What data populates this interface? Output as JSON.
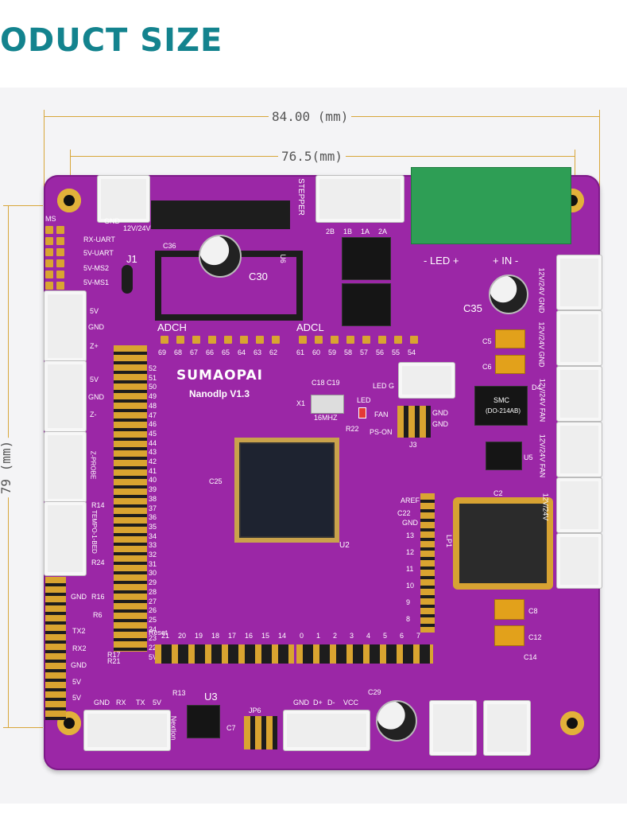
{
  "heading": "ODUCT SIZE",
  "dimensions": {
    "width_outer": "84.00 (mm)",
    "width_inner": "76.5(mm)",
    "height": "79 (mm)"
  },
  "board": {
    "brand": "SUMAOPAI",
    "model": "Nanodlp V1.3",
    "crystal_label": "16MHZ",
    "chip_label": "U2",
    "colors": {
      "pcb": "#9b27a6",
      "gold": "#d9a430",
      "terminal": "#2e9e55",
      "accent": "#13838e"
    },
    "labels": {
      "gnd_top": "GND",
      "v12_24": "12V/24V",
      "stepper": "STEPPER",
      "pin_2b": "2B",
      "pin_1b": "1B",
      "pin_1a": "1A",
      "pin_2a": "2A",
      "led": "- LED +",
      "in": "+ IN -",
      "rx_uart": "RX-UART",
      "v5_uart": "5V-UART",
      "v5_ms2": "5V-MS2",
      "v5_ms1": "5V-MS1",
      "ms": "MS",
      "j1": "J1",
      "c30": "C30",
      "c36": "C36",
      "c35": "C35",
      "adch": "ADCH",
      "adcl": "ADCL",
      "v5_a": "5V",
      "gnd_a": "GND",
      "zplus": "Z+",
      "v5_b": "5V",
      "gnd_b": "GND",
      "zminus": "Z-",
      "zprobe": "Z-PROBE",
      "temp": "TEMPO-1-BED",
      "r14": "R14",
      "r24": "R24",
      "r16": "R16",
      "r6": "R6",
      "r17": "R17",
      "r21": "R21",
      "c25": "C25",
      "x1": "X1",
      "c18": "C18",
      "c19": "C19",
      "led_small": "LED",
      "r22": "R22",
      "fan": "FAN",
      "ps_on": "PS-ON",
      "j3": "J3",
      "gnd_j3a": "GND",
      "gnd_j3b": "GND",
      "ledg": "LED G",
      "aref": "AREF",
      "c22": "C22",
      "gnd_aref": "GND",
      "c5": "C5",
      "c6": "C6",
      "d4": "D4",
      "smc": "SMC",
      "smc_pkg": "(DO-214AB)",
      "c2": "C2",
      "lp1": "LP1",
      "c8": "C8",
      "c12": "C12",
      "c14": "C14",
      "r_12v_gnd": "12V/24V GND",
      "r_12v_gnd2": "12V/24V GND",
      "r_12v_fan": "12V/24V FAN",
      "r_12v_fan2": "12V/24V FAN",
      "r_12v_fan3": "12V/24V",
      "gnd_l": "GND",
      "tx2": "TX2",
      "rx2": "RX2",
      "gnd_l2": "GND",
      "v5_l": "5V",
      "v5_l2": "5V",
      "reset": "Reset",
      "u3": "U3",
      "nextion": "Nextion",
      "jp6": "JP6",
      "c29": "C29",
      "b_gnd": "GND",
      "b_rx": "RX",
      "b_tx": "TX",
      "b_5v": "5V",
      "usb_gnd": "GND",
      "usb_dp": "D+",
      "usb_dm": "D-",
      "usb_vcc": "VCC",
      "r13": "R13",
      "c7": "C7",
      "u6": "U6",
      "u5": "U5"
    },
    "left_pins": [
      "52",
      "51",
      "50",
      "49",
      "48",
      "47",
      "46",
      "45",
      "44",
      "43",
      "42",
      "41",
      "40",
      "39",
      "38",
      "37",
      "36",
      "35",
      "34",
      "33",
      "32",
      "31",
      "30",
      "29",
      "28",
      "27",
      "26",
      "25",
      "24",
      "23",
      "22",
      "5V"
    ],
    "adch_pins": [
      "69",
      "68",
      "67",
      "66",
      "65",
      "64",
      "63",
      "62"
    ],
    "adcl_pins": [
      "61",
      "60",
      "59",
      "58",
      "57",
      "56",
      "55",
      "54"
    ],
    "bottom_pins": [
      "21",
      "20",
      "19",
      "18",
      "17",
      "16",
      "15",
      "14"
    ],
    "bottom_pins2": [
      "0",
      "1",
      "2",
      "3",
      "4",
      "5",
      "6",
      "7"
    ],
    "right_pins": [
      "13",
      "12",
      "11",
      "10",
      "9",
      "8"
    ]
  }
}
